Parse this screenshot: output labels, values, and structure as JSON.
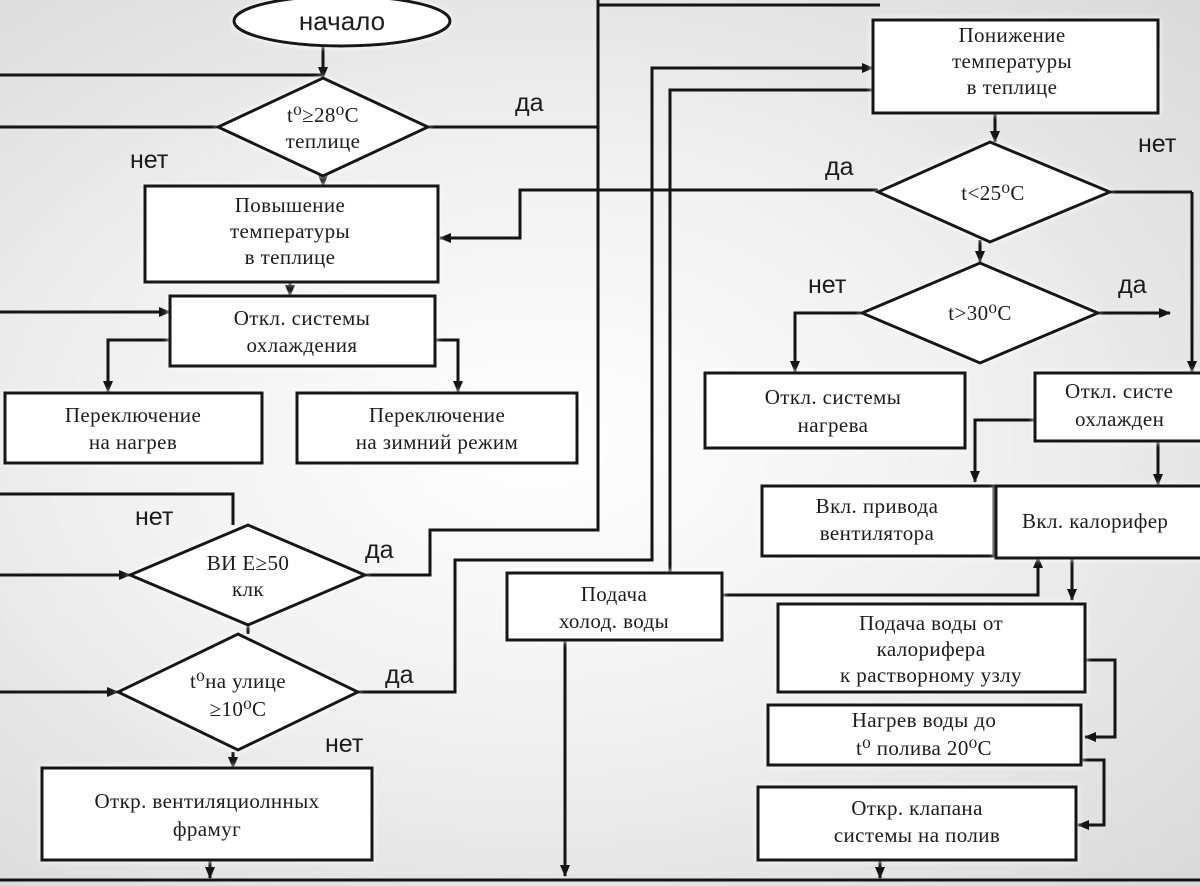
{
  "nodes": {
    "start": {
      "lines": [
        "начало"
      ]
    },
    "cond_temp28": {
      "lines": [
        "t⁰≥28⁰C",
        "теплице"
      ]
    },
    "raise_temp": {
      "lines": [
        "Повышение",
        "температуры",
        "в теплице"
      ]
    },
    "cooling_off_left": {
      "lines": [
        "Откл. системы",
        "охлаждения"
      ]
    },
    "switch_heating": {
      "lines": [
        "Переключение",
        "на нагрев"
      ]
    },
    "switch_winter": {
      "lines": [
        "Переключение",
        "на зимний режим"
      ]
    },
    "cond_light": {
      "lines": [
        "ВИ E≥50",
        "клк"
      ]
    },
    "cond_outside": {
      "lines": [
        "t⁰на улице",
        "≥10⁰C"
      ]
    },
    "open_vents": {
      "lines": [
        "Откр. вентиляциолнных",
        "фрамуг"
      ]
    },
    "cold_water": {
      "lines": [
        "Подача",
        "холод. воды"
      ]
    },
    "lower_temp": {
      "lines": [
        "Понижение",
        "температуры",
        "в теплице"
      ]
    },
    "cond_lt25": {
      "lines": [
        "t<25⁰C"
      ]
    },
    "cond_gt30": {
      "lines": [
        "t>30⁰C"
      ]
    },
    "heating_off": {
      "lines": [
        "Откл. системы",
        "нагрева"
      ]
    },
    "cooling_off_right": {
      "lines": [
        "Откл. систе",
        "охлажден"
      ]
    },
    "fan_on": {
      "lines": [
        "Вкл. привода",
        "вентилятора"
      ]
    },
    "heater_on": {
      "lines": [
        "Вкл. калорифер"
      ]
    },
    "water_supply": {
      "lines": [
        "Подача воды от",
        "калорифера",
        "к растворному узлу"
      ]
    },
    "water_heat": {
      "lines": [
        "Нагрев воды до",
        "t⁰ полива 20⁰C"
      ]
    },
    "valve_open": {
      "lines": [
        "Откр. клапана",
        "системы на полив"
      ]
    }
  },
  "labels": {
    "yes_temp28": "да",
    "no_temp28": "нет",
    "yes_light": "да",
    "no_light": "нет",
    "yes_outside": "да",
    "no_outside": "нет",
    "yes_lt25": "да",
    "no_lt25": "нет",
    "yes_gt30": "да",
    "no_gt30": "нет"
  }
}
